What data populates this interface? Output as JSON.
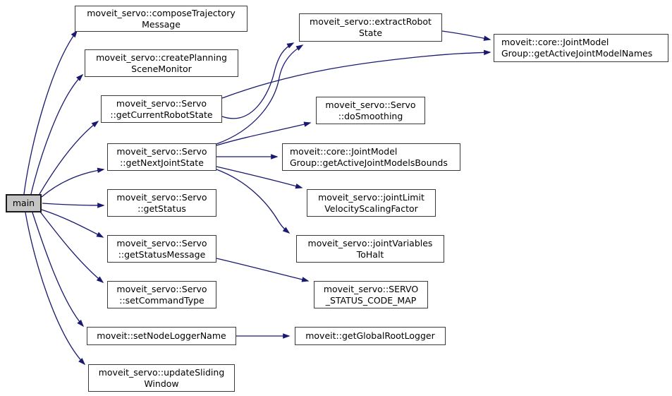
{
  "diagram": {
    "kind": "doxygen-call-graph",
    "background_color": "#ffffff",
    "edge_color": "#191970",
    "node_fill": "#ffffff",
    "node_border_color": "#3a3a3a",
    "current_node_fill": "#c4c4c4",
    "text_color": "#000000"
  },
  "nodes": {
    "main": {
      "line1": "main"
    },
    "compose_trajectory_message": {
      "line1": "moveit_servo::composeTrajectory",
      "line2": "Message"
    },
    "create_planning_scene_monitor": {
      "line1": "moveit_servo::createPlanning",
      "line2": "SceneMonitor"
    },
    "get_current_robot_state": {
      "line1": "moveit_servo::Servo",
      "line2": "::getCurrentRobotState"
    },
    "get_next_joint_state": {
      "line1": "moveit_servo::Servo",
      "line2": "::getNextJointState"
    },
    "get_status": {
      "line1": "moveit_servo::Servo",
      "line2": "::getStatus"
    },
    "get_status_message": {
      "line1": "moveit_servo::Servo",
      "line2": "::getStatusMessage"
    },
    "set_command_type": {
      "line1": "moveit_servo::Servo",
      "line2": "::setCommandType"
    },
    "set_node_logger_name": {
      "line1": "moveit::setNodeLoggerName"
    },
    "update_sliding_window": {
      "line1": "moveit_servo::updateSliding",
      "line2": "Window"
    },
    "extract_robot_state": {
      "line1": "moveit_servo::extractRobot",
      "line2": "State"
    },
    "get_active_joint_model_names": {
      "line1": "moveit::core::JointModel",
      "line2": "Group::getActiveJointModelNames"
    },
    "do_smoothing": {
      "line1": "moveit_servo::Servo",
      "line2": "::doSmoothing"
    },
    "get_active_joint_models_bounds": {
      "line1": "moveit::core::JointModel",
      "line2": "Group::getActiveJointModelsBounds"
    },
    "joint_limit_velocity_scaling_factor": {
      "line1": "moveit_servo::jointLimit",
      "line2": "VelocityScalingFactor"
    },
    "joint_variables_to_halt": {
      "line1": "moveit_servo::jointVariables",
      "line2": "ToHalt"
    },
    "servo_status_code_map": {
      "line1": "moveit_servo::SERVO",
      "line2": "_STATUS_CODE_MAP"
    },
    "get_global_root_logger": {
      "line1": "moveit::getGlobalRootLogger"
    }
  },
  "edges": [
    {
      "from": "main",
      "to": "compose_trajectory_message"
    },
    {
      "from": "main",
      "to": "create_planning_scene_monitor"
    },
    {
      "from": "main",
      "to": "get_current_robot_state"
    },
    {
      "from": "main",
      "to": "get_next_joint_state"
    },
    {
      "from": "main",
      "to": "get_status"
    },
    {
      "from": "main",
      "to": "get_status_message"
    },
    {
      "from": "main",
      "to": "set_command_type"
    },
    {
      "from": "main",
      "to": "set_node_logger_name"
    },
    {
      "from": "main",
      "to": "update_sliding_window"
    },
    {
      "from": "get_current_robot_state",
      "to": "extract_robot_state"
    },
    {
      "from": "get_current_robot_state",
      "to": "get_active_joint_model_names"
    },
    {
      "from": "get_next_joint_state",
      "to": "extract_robot_state"
    },
    {
      "from": "get_next_joint_state",
      "to": "do_smoothing"
    },
    {
      "from": "get_next_joint_state",
      "to": "get_active_joint_models_bounds"
    },
    {
      "from": "get_next_joint_state",
      "to": "joint_limit_velocity_scaling_factor"
    },
    {
      "from": "get_next_joint_state",
      "to": "joint_variables_to_halt"
    },
    {
      "from": "extract_robot_state",
      "to": "get_active_joint_model_names"
    },
    {
      "from": "get_status_message",
      "to": "servo_status_code_map"
    },
    {
      "from": "set_node_logger_name",
      "to": "get_global_root_logger"
    }
  ]
}
